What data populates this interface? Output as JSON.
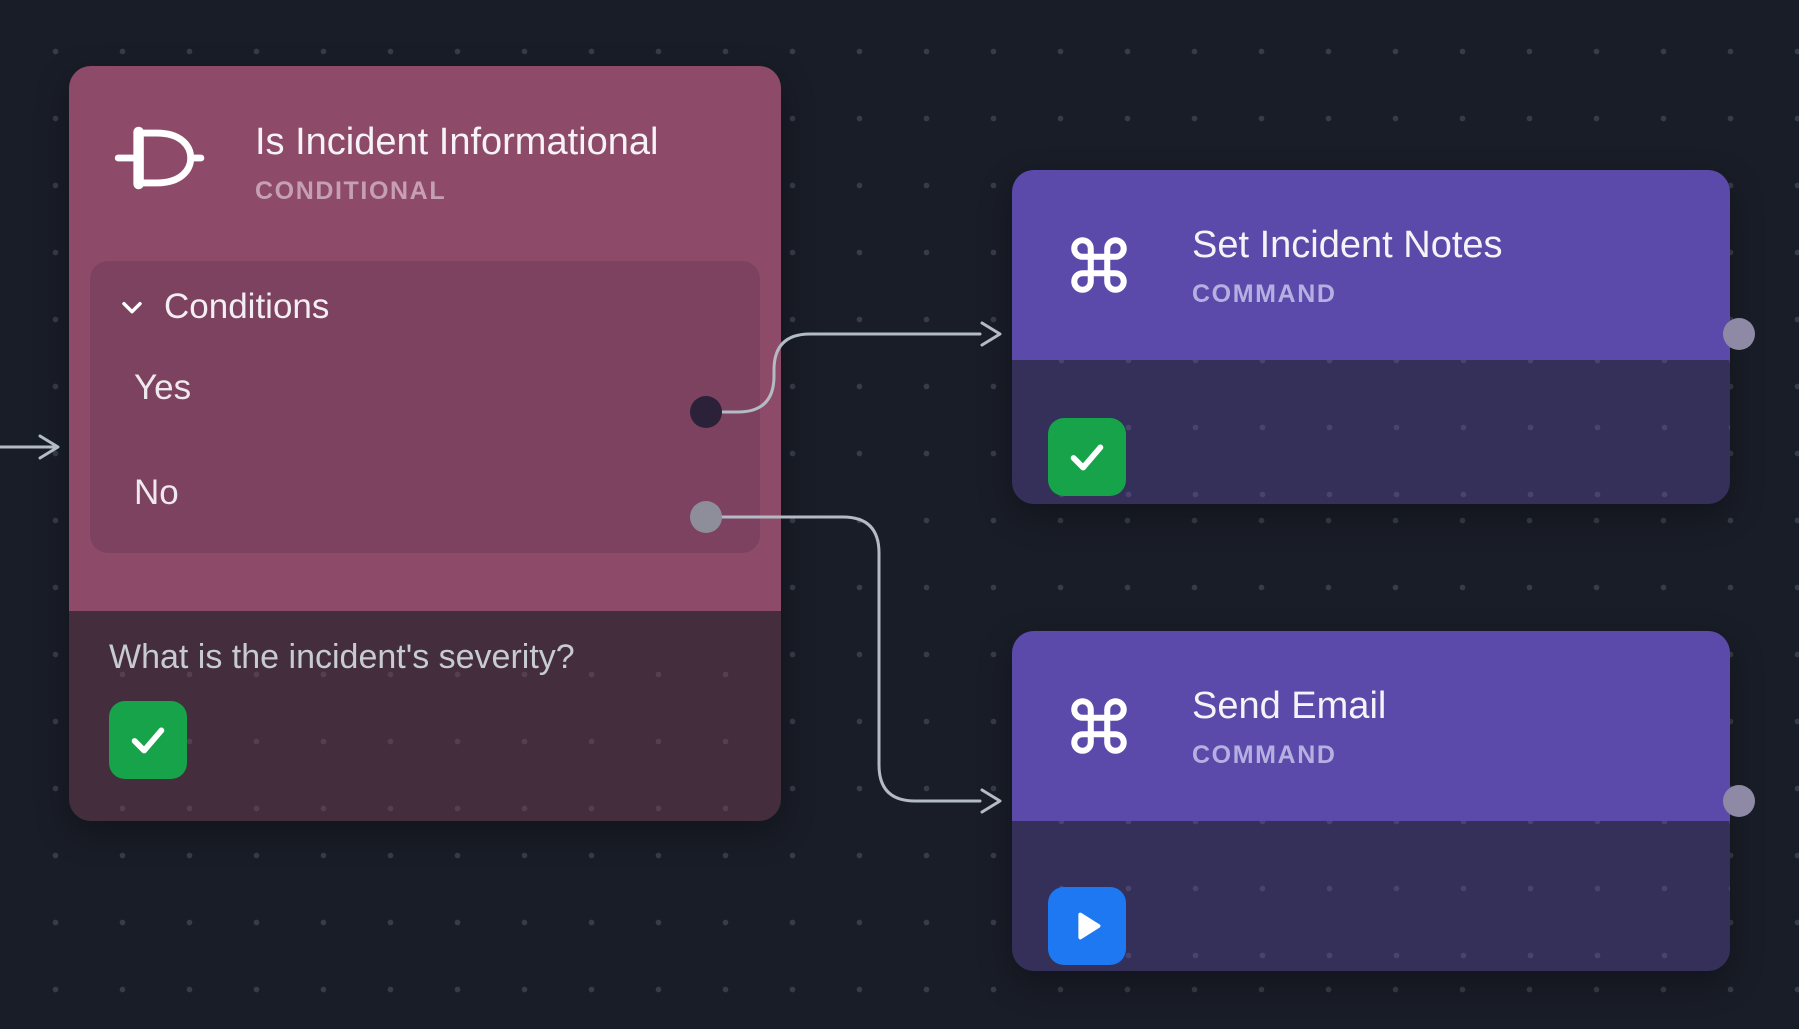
{
  "canvas": {
    "name": "workflow-canvas",
    "grid": "dotted"
  },
  "nodes": {
    "conditional": {
      "title": "Is Incident Informational",
      "type_label": "CONDITIONAL",
      "icon": "logic-gate-icon",
      "conditions_label": "Conditions",
      "branches": [
        {
          "label": "Yes"
        },
        {
          "label": "No"
        }
      ],
      "description": "What is the incident's severity?",
      "status_icon": "check-icon"
    },
    "set_incident_notes": {
      "title": "Set Incident Notes",
      "type_label": "COMMAND",
      "icon": "command-icon",
      "status_icon": "check-icon"
    },
    "send_email": {
      "title": "Send Email",
      "type_label": "COMMAND",
      "icon": "command-icon",
      "status_icon": "play-icon"
    }
  },
  "edges": [
    {
      "from": "flow-start",
      "to": "conditional"
    },
    {
      "from": "conditional.Yes",
      "to": "set_incident_notes"
    },
    {
      "from": "conditional.No",
      "to": "send_email"
    }
  ],
  "colors": {
    "background": "#191d27",
    "edge": "#b3bbc4",
    "conditional_header": "#8d4b69",
    "conditional_panel": "#7c4260",
    "conditional_body": "#442e3d",
    "command_header": "#5b4aa9",
    "command_body": "#34305a",
    "success_green": "#16a34a",
    "run_blue": "#1d78f2",
    "port_yes": "#2b2139",
    "port_no": "#8e8e9a",
    "port_output": "#8e8aa6"
  }
}
